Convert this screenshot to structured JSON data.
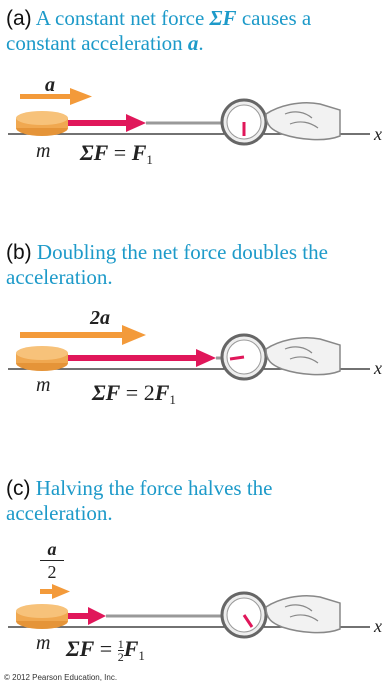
{
  "panels": [
    {
      "letter": "(a)",
      "caption_pre": "A constant net force ",
      "caption_force": "ΣF",
      "caption_mid": " causes a constant acceleration ",
      "caption_acc": "a",
      "caption_end": ".",
      "accel_label": "a",
      "mass_label": "m",
      "eq_left": "ΣF",
      "eq_right": "F",
      "eq_coef": "",
      "eq_sub": "1"
    },
    {
      "letter": "(b)",
      "caption_text": "Doubling the net force doubles the acceleration.",
      "accel_label": "2a",
      "mass_label": "m",
      "eq_left": "ΣF",
      "eq_coef": "2",
      "eq_right": "F",
      "eq_sub": "1"
    },
    {
      "letter": "(c)",
      "caption_text": "Halving the force halves the acceleration.",
      "accel_num": "a",
      "accel_den": "2",
      "mass_label": "m",
      "eq_left": "ΣF",
      "eq_frac_num": "1",
      "eq_frac_den": "2",
      "eq_right": "F",
      "eq_sub": "1"
    }
  ],
  "axis_label": "x",
  "credit": "© 2012 Pearson Education, Inc.",
  "colors": {
    "caption": "#1d9ac9",
    "force_arrow": "#e0175a",
    "accel_arrow": "#f39a3a",
    "puck": "#f0a850",
    "surface": "#444444"
  }
}
